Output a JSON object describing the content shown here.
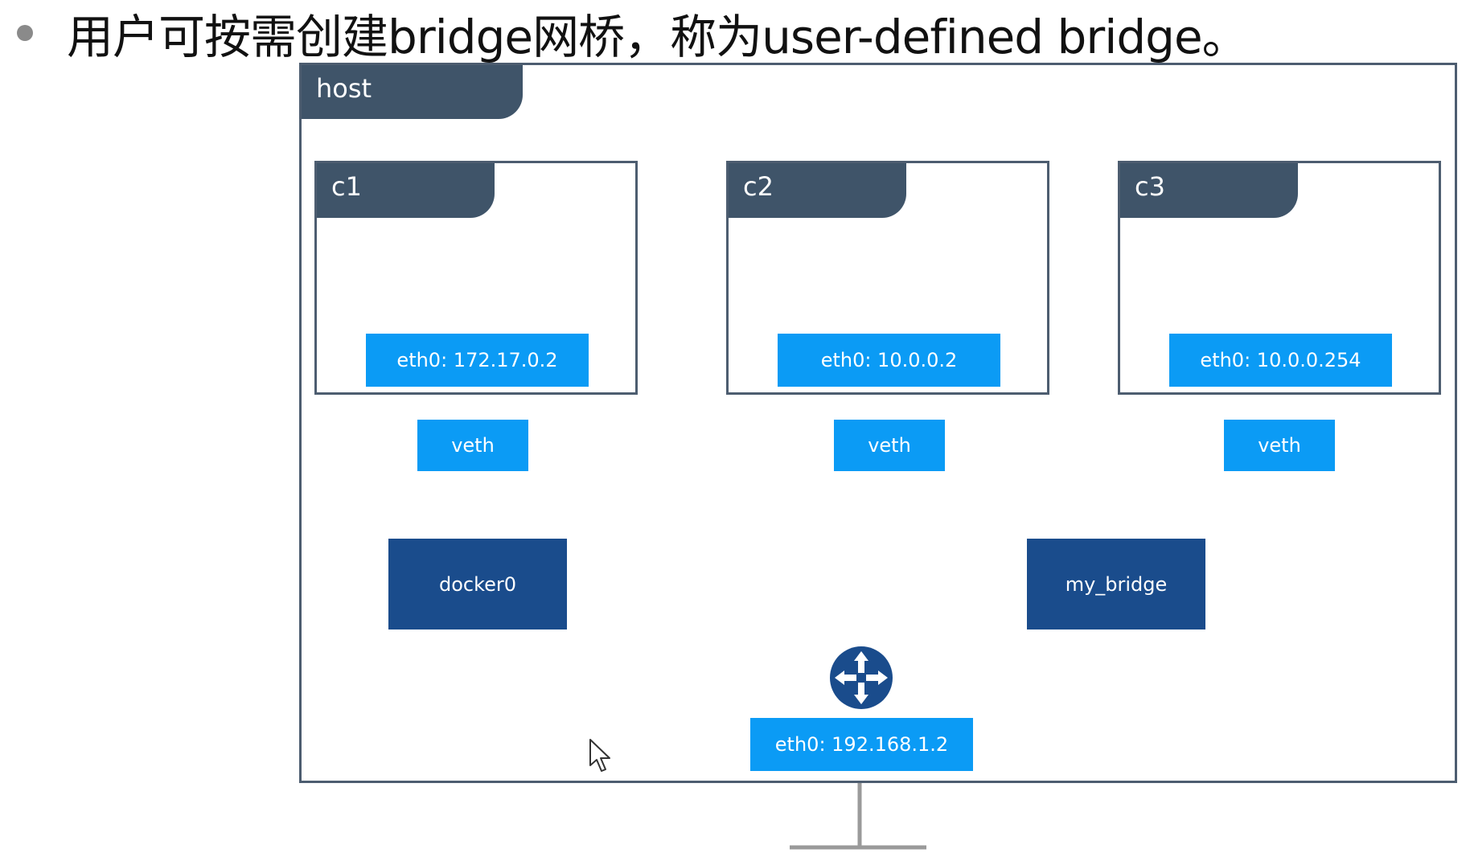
{
  "heading": {
    "text": "用户可按需创建bridge网桥，称为user-defined bridge。"
  },
  "host": {
    "label": "host"
  },
  "containers": [
    {
      "label": "c1",
      "eth": "eth0: 172.17.0.2",
      "veth": "veth"
    },
    {
      "label": "c2",
      "eth": "eth0: 10.0.0.2",
      "veth": "veth"
    },
    {
      "label": "c3",
      "eth": "eth0: 10.0.0.254",
      "veth": "veth"
    }
  ],
  "bridges": [
    {
      "label": "docker0"
    },
    {
      "label": "my_bridge"
    }
  ],
  "host_eth": "eth0: 192.168.1.2",
  "icons": {
    "router": "router-icon",
    "cursor": "mouse-pointer-icon"
  },
  "colors": {
    "frame": "#4d5d70",
    "tab": "#3f5469",
    "interface": "#0b9bf5",
    "bridge": "#1a4c8c",
    "line": "#b0b0b0"
  }
}
